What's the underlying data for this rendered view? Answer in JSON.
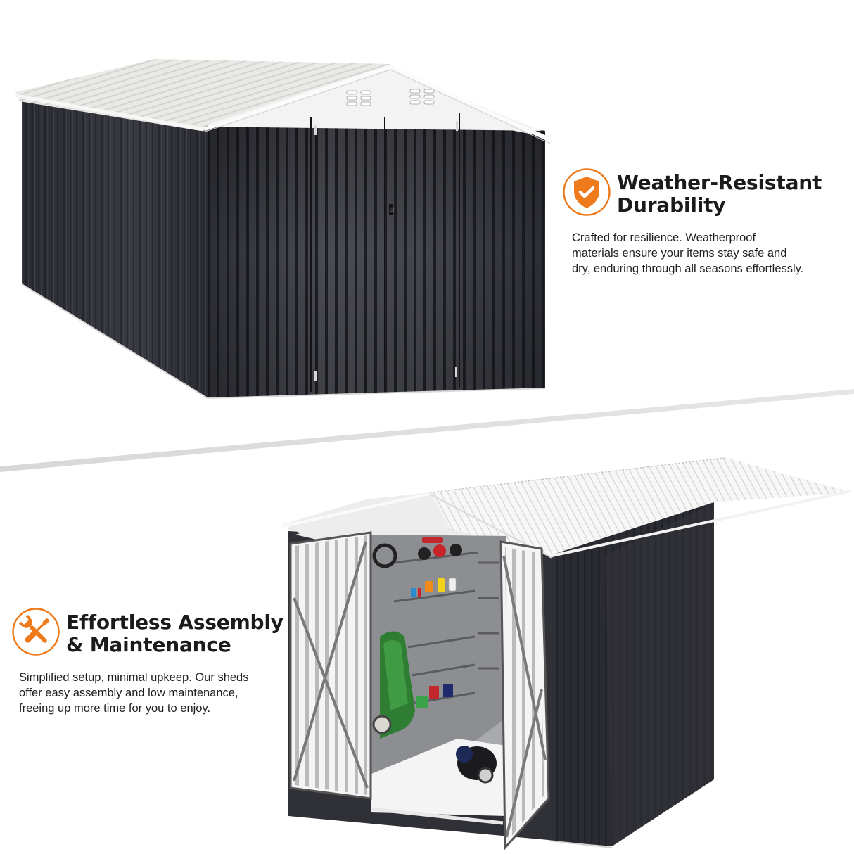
{
  "colors": {
    "accent": "#ee7a1c",
    "heading": "#1b1b1b",
    "body_text": "#1e1e1e",
    "shed_wall": "#2f3036",
    "shed_roof": "#e6e6e4",
    "background": "#ffffff"
  },
  "features": [
    {
      "id": "weather",
      "icon": "shield-check-icon",
      "title_line1": "Weather-Resistant",
      "title_line2": "Durability",
      "description_lines": [
        "Crafted for resilience. Weatherproof",
        "materials ensure your items stay safe and",
        "dry, enduring through all seasons effortlessly."
      ]
    },
    {
      "id": "assembly",
      "icon": "wrench-screwdriver-icon",
      "title_line1": "Effortless Assembly",
      "title_line2": "& Maintenance",
      "description_lines": [
        "Simplified setup, minimal upkeep. Our sheds",
        "offer easy assembly and low maintenance,",
        "freeing up more time for you to enjoy."
      ]
    }
  ],
  "images": {
    "top": "closed-metal-shed",
    "bottom": "open-metal-shed-with-storage"
  }
}
